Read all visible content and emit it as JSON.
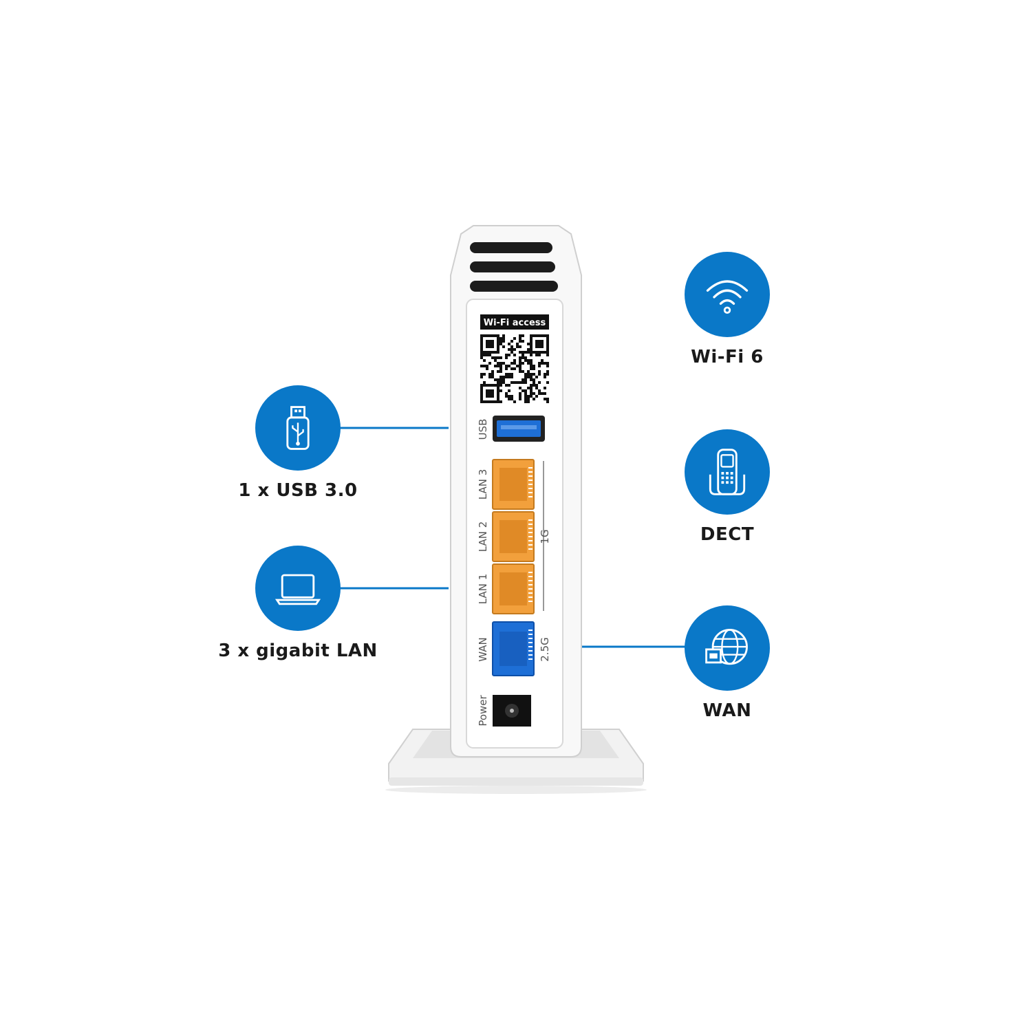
{
  "colors": {
    "accent": "#0a78c8",
    "lan_port": "#f2a03c",
    "wan_port": "#1e6fd6",
    "usb_port": "#1e6fd6",
    "device_body": "#f7f7f7"
  },
  "features": {
    "usb": {
      "label": "1 x USB 3.0",
      "icon": "usb-stick-icon"
    },
    "lan": {
      "label": "3 x gigabit LAN",
      "icon": "laptop-icon"
    },
    "wifi": {
      "label": "Wi-Fi 6",
      "icon": "wifi-icon"
    },
    "dect": {
      "label": "DECT",
      "icon": "cordless-phone-icon"
    },
    "wan": {
      "label": "WAN",
      "icon": "globe-icon"
    }
  },
  "device": {
    "qr_title": "Wi-Fi access",
    "ports": {
      "usb": "USB",
      "lan3": "LAN 3",
      "lan2": "LAN 2",
      "lan1": "LAN 1",
      "lan_speed": "1G",
      "wan": "WAN",
      "wan_speed": "2.5G",
      "power": "Power"
    }
  }
}
